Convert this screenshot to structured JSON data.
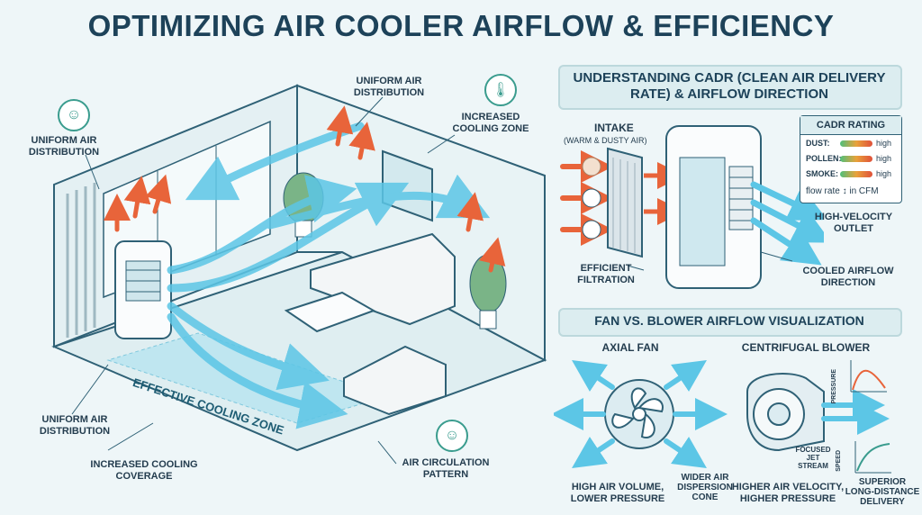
{
  "title": "OPTIMIZING AIR COOLER AIRFLOW & EFFICIENCY",
  "room": {
    "labels": {
      "uniform_top": "UNIFORM AIR DISTRIBUTION",
      "uniform_center": "UNIFORM AIR DISTRIBUTION",
      "increased_zone": "INCREASED COOLING ZONE",
      "effective_zone": "EFFECTIVE COOLING ZONE",
      "uniform_bottom": "UNIFORM AIR DISTRIBUTION",
      "coverage": "INCREASED COOLING COVERAGE",
      "circulation": "AIR CIRCULATION PATTERN"
    },
    "icons": [
      "person-icon",
      "thermometer-icon",
      "person-temperature-icon"
    ]
  },
  "cadr_panel": {
    "title": "UNDERSTANDING CADR (CLEAN AIR DELIVERY RATE) & AIRFLOW DIRECTION",
    "intake": "INTAKE",
    "intake_sub": "(WARM & DUSTY AIR)",
    "filtration": "EFFICIENT FILTRATION",
    "outlet": "HIGH-VELOCITY OUTLET",
    "cooled": "COOLED AIRFLOW DIRECTION",
    "rating": {
      "header": "CADR RATING",
      "rows": [
        {
          "label": "DUST:",
          "value": "high"
        },
        {
          "label": "POLLEN:",
          "value": "high"
        },
        {
          "label": "SMOKE:",
          "value": "high"
        }
      ],
      "footer": "flow rate ↕ in CFM"
    }
  },
  "fan_panel": {
    "title": "FAN VS. BLOWER AIRFLOW VISUALIZATION",
    "axial": "AXIAL FAN",
    "centrifugal": "CENTRIFUGAL BLOWER",
    "axial_low": "HIGH AIR VOLUME, LOWER PRESSURE",
    "axial_cone": "WIDER AIR DISPERSION CONE",
    "blower_high": "HIGHER AIR VELOCITY, HIGHER PRESSURE",
    "jet": "FOCUSED JET STREAM",
    "superior": "SUPERIOR LONG-DISTANCE DELIVERY",
    "pressure_axis": "PRESSURE",
    "speed_axis": "SPEED"
  },
  "colors": {
    "air": "#5cc6e6",
    "warm": "#e8643a",
    "frame": "#2f6176",
    "panel": "#dcedf0"
  }
}
